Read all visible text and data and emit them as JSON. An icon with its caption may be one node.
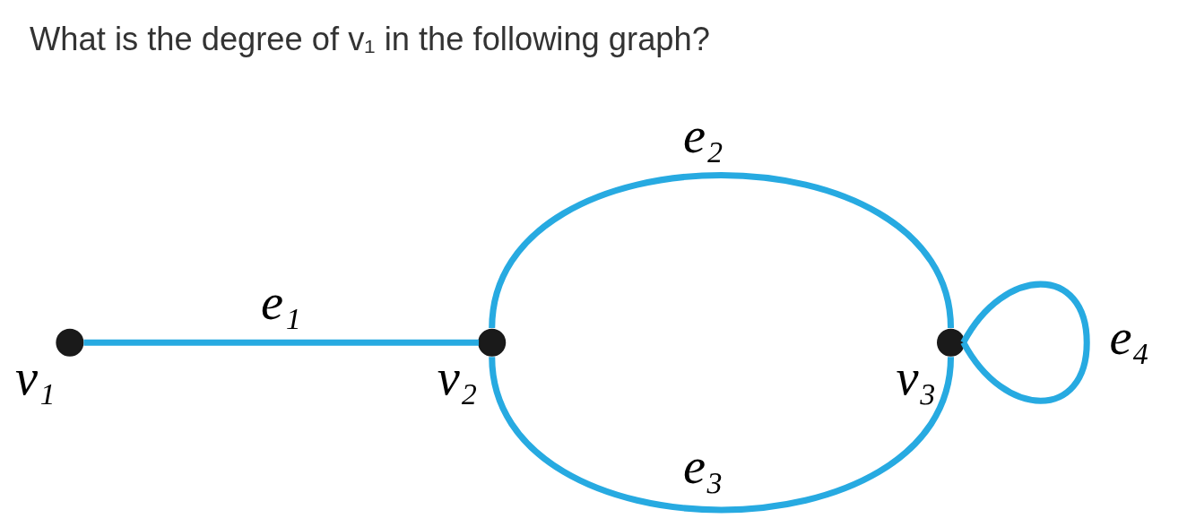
{
  "diagram": {
    "title": "What is the degree of v₁ in the following graph?",
    "nodes": [
      {
        "text": [],
        "shape": "circle",
        "beside": [
          "v₁"
        ]
      },
      {
        "text": [],
        "shape": "circle",
        "beside": [
          "v₂"
        ]
      },
      {
        "text": [],
        "shape": "circle",
        "beside": [
          "v₃"
        ]
      }
    ],
    "edges": [
      {
        "from": 0,
        "to": 1,
        "arrow": "none",
        "label": "e₁"
      },
      {
        "from": 1,
        "to": 2,
        "arrow": "none",
        "label": "e₂"
      },
      {
        "from": 1,
        "to": 2,
        "arrow": "none",
        "label": "e₃"
      },
      {
        "from": 2,
        "to": 2,
        "arrow": "none",
        "label": "e₄"
      }
    ]
  }
}
